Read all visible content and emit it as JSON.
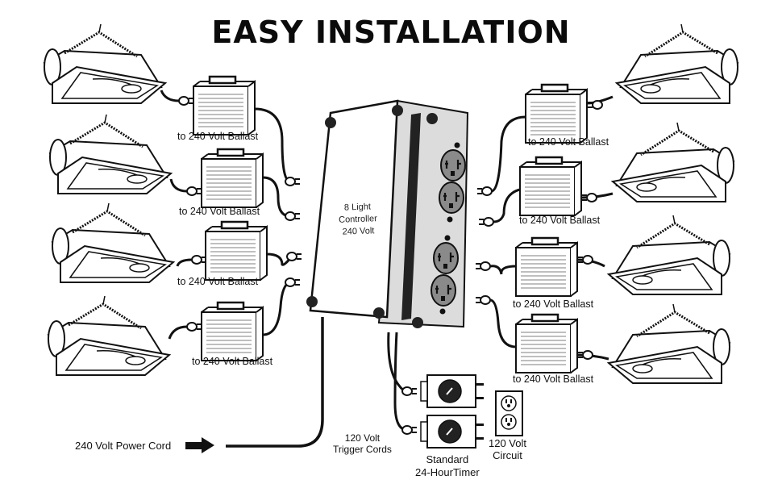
{
  "title": "EASY INSTALLATION",
  "controller": {
    "label_lines": [
      "8 Light",
      "Controller",
      "240 Volt"
    ],
    "outlet_count": 4
  },
  "ballast_label": "to 240 Volt Ballast",
  "left_ballasts": [
    {
      "label": "to 240 Volt Ballast"
    },
    {
      "label": "to 240 Volt Ballast"
    },
    {
      "label": "to 240 Volt Ballast"
    },
    {
      "label": "to 240 Volt Ballast"
    }
  ],
  "right_ballasts": [
    {
      "label": "to 240 Volt Ballast"
    },
    {
      "label": "to 240 Volt Ballast"
    },
    {
      "label": "to 240 Volt Ballast"
    },
    {
      "label": "to 240 Volt Ballast"
    }
  ],
  "power_cord": {
    "label": "240 Volt Power Cord",
    "icon": "arrow-right-icon"
  },
  "trigger_cords": {
    "line1": "120 Volt",
    "line2": "Trigger Cords"
  },
  "timer": {
    "line1": "Standard",
    "line2": "24-HourTimer"
  },
  "circuit": {
    "line1": "120 Volt",
    "line2": "Circuit"
  },
  "colors": {
    "ink": "#111111",
    "panel_gray": "#dcdcdc",
    "outlet_gray": "#8a8a8a",
    "background": "#ffffff"
  }
}
